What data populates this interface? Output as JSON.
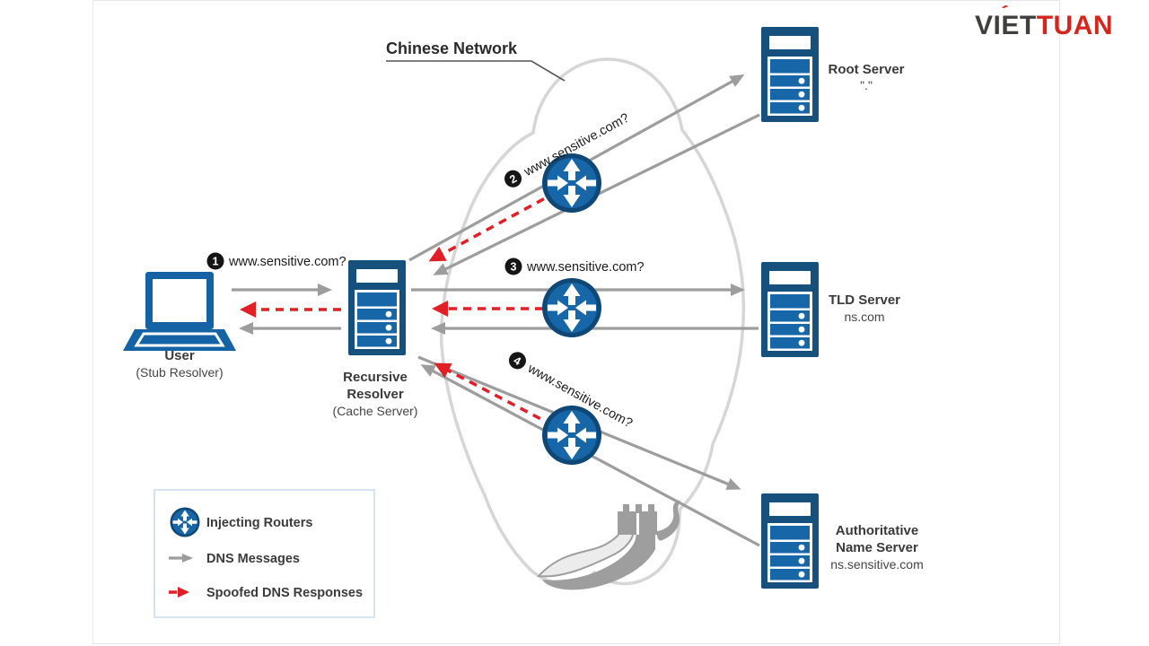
{
  "logo": {
    "viet": "VIET",
    "tuan": "TUAN"
  },
  "title": {
    "label": "Chinese Network"
  },
  "nodes": {
    "user": {
      "name": "User",
      "detail": "(Stub Resolver)"
    },
    "resolver": {
      "name1": "Recursive",
      "name2": "Resolver",
      "detail": "(Cache Server)"
    },
    "root": {
      "name": "Root Server",
      "detail": "\".\""
    },
    "tld": {
      "name": "TLD Server",
      "detail": "ns.com"
    },
    "auth": {
      "name1": "Authoritative",
      "name2": "Name Server",
      "detail": "ns.sensitive.com"
    }
  },
  "queries": {
    "q1": {
      "num": "1",
      "label": "www.sensitive.com?"
    },
    "q2": {
      "num": "2",
      "label": "www.sensitive.com?"
    },
    "q3": {
      "num": "3",
      "label": "www.sensitive.com?"
    },
    "q4": {
      "num": "4",
      "label": "www.sensitive.com?"
    }
  },
  "legend": {
    "routers": "Injecting Routers",
    "messages": "DNS Messages",
    "spoofed": "Spoofed DNS Responses"
  },
  "colors": {
    "navy": "#16507d",
    "blue": "#1767a8",
    "router_dark": "#0f4776",
    "laptop_blue": "#1563a4",
    "arrow_gray": "#9d9d9d",
    "spoof_red": "#e01f26",
    "cloud_gray": "#d6d6d6",
    "wall_gray": "#9e9e9e",
    "wall_light": "#ececec",
    "text_dark": "#3a3a3a",
    "logo_dark": "#3f3f3e",
    "logo_red": "#d6251d",
    "legend_border": "#c9dceb"
  }
}
